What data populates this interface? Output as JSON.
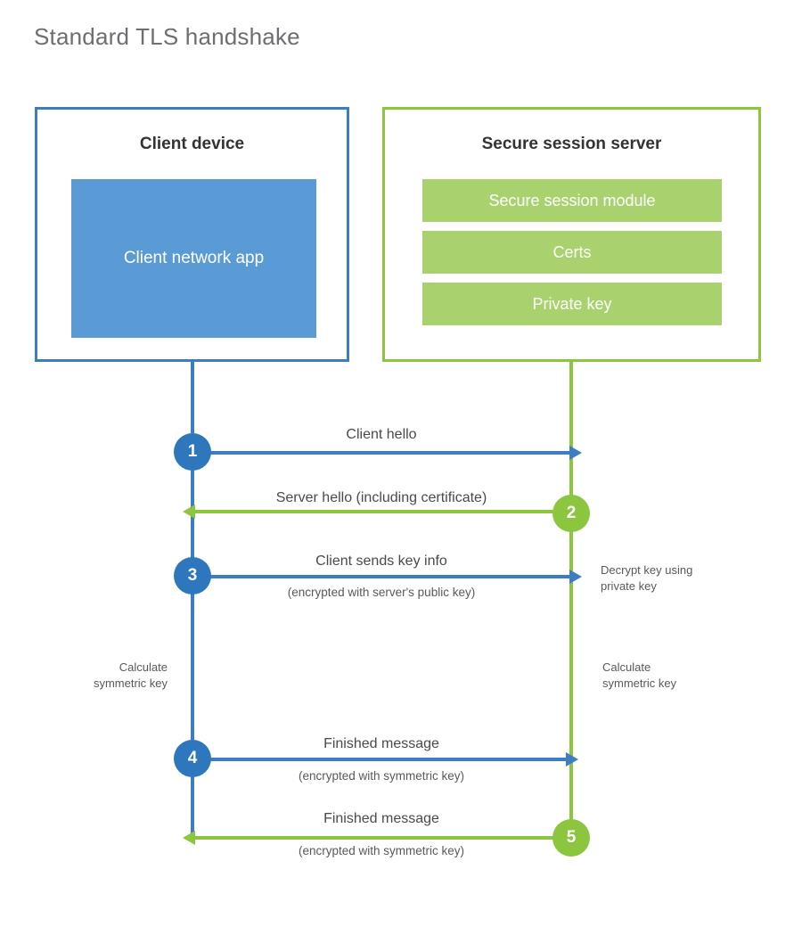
{
  "title": "Standard TLS handshake",
  "colors": {
    "client_border": "#3C7EC0",
    "client_fill": "#5B9BD5",
    "client_circle": "#2E77BC",
    "server_border": "#8CC63F",
    "server_fill": "#A9D26E",
    "server_circle": "#8CC63F",
    "title_text": "#6D6E71",
    "body_text": "#494A4C",
    "background": "#FFFFFF"
  },
  "client": {
    "title": "Client device",
    "app_label": "Client network app"
  },
  "server": {
    "title": "Secure session server",
    "components": [
      {
        "label": "Secure session module"
      },
      {
        "label": "Certs"
      },
      {
        "label": "Private key"
      }
    ]
  },
  "steps": [
    {
      "number": "1",
      "side": "client",
      "direction": "client-to-server",
      "label": "Client hello",
      "sublabel": ""
    },
    {
      "number": "2",
      "side": "server",
      "direction": "server-to-client",
      "label": "Server hello (including certificate)",
      "sublabel": ""
    },
    {
      "number": "3",
      "side": "client",
      "direction": "client-to-server",
      "label": "Client sends key info",
      "sublabel": "(encrypted with server's public key)"
    },
    {
      "number": "4",
      "side": "client",
      "direction": "client-to-server",
      "label": "Finished message",
      "sublabel": "(encrypted with symmetric key)"
    },
    {
      "number": "5",
      "side": "server",
      "direction": "server-to-client",
      "label": "Finished message",
      "sublabel": "(encrypted with symmetric key)"
    }
  ],
  "notes": {
    "server_decrypt": "Decrypt key using\nprivate key",
    "server_decrypt_line1": "Decrypt key using",
    "server_decrypt_line2": "private key",
    "client_calc_line1": "Calculate",
    "client_calc_line2": "symmetric key",
    "server_calc_line1": "Calculate",
    "server_calc_line2": "symmetric key"
  }
}
